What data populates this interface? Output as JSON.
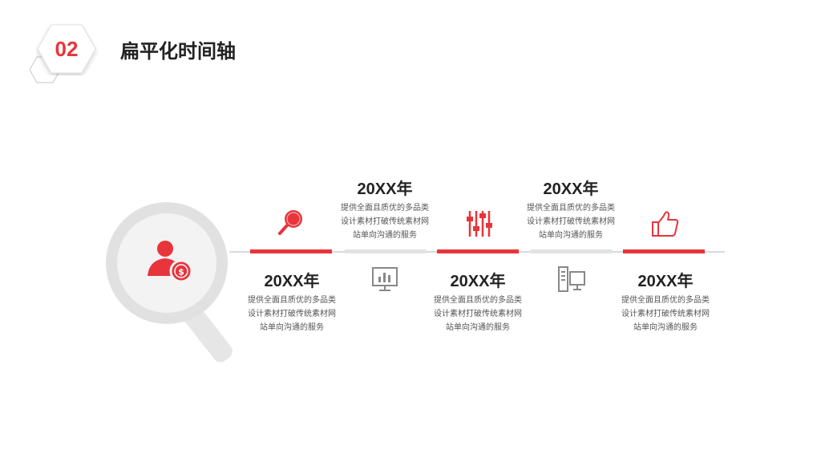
{
  "header": {
    "section_number": "02",
    "title": "扁平化时间轴"
  },
  "colors": {
    "accent": "#e8343b",
    "text": "#222222",
    "muted": "#555555",
    "line": "#d9d9d9"
  },
  "timeline": {
    "items": [
      {
        "year": "20XX年",
        "description": "提供全面且质优的多品类\n设计素材打破传统素材网\n站单向沟通的服务",
        "icon": "search-icon",
        "position": "below"
      },
      {
        "year": "20XX年",
        "description": "提供全面且质优的多品类\n设计素材打破传统素材网\n站单向沟通的服务",
        "icon": "chart-icon",
        "position": "above"
      },
      {
        "year": "20XX年",
        "description": "提供全面且质优的多品类\n设计素材打破传统素材网\n站单向沟通的服务",
        "icon": "sliders-icon",
        "position": "below"
      },
      {
        "year": "20XX年",
        "description": "提供全面且质优的多品类\n设计素材打破传统素材网\n站单向沟通的服务",
        "icon": "computer-icon",
        "position": "above"
      },
      {
        "year": "20XX年",
        "description": "提供全面且质优的多品类\n设计素材打破传统素材网\n站单向沟通的服务",
        "icon": "thumbs-up-icon",
        "position": "below"
      }
    ]
  }
}
